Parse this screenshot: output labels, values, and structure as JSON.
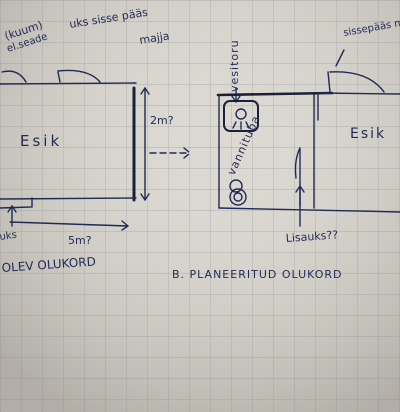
{
  "labels": {
    "top_left_note_1": "(kuum)",
    "top_left_note_2": "el.seade",
    "door_note_1": "uks sisse pääs",
    "door_note_2": "majja",
    "room_left": "Esik",
    "area_height": "2m?",
    "area_width": "5m?",
    "door_bottom_left": "uks",
    "caption_left": "OLEV OLUKORD",
    "pipe_label": "vesitoru",
    "bathroom_label": "vannituba",
    "room_right": "Esik",
    "door_right_top": "sissepääs m",
    "new_door": "Lisauks??",
    "caption_right": "B. PLANEERITUD OLUKORD"
  },
  "colors": {
    "paper": "#dcd9d2",
    "grid": "#a9aab0",
    "ink": "#1f2a55",
    "marker": "#1a1f3a"
  }
}
